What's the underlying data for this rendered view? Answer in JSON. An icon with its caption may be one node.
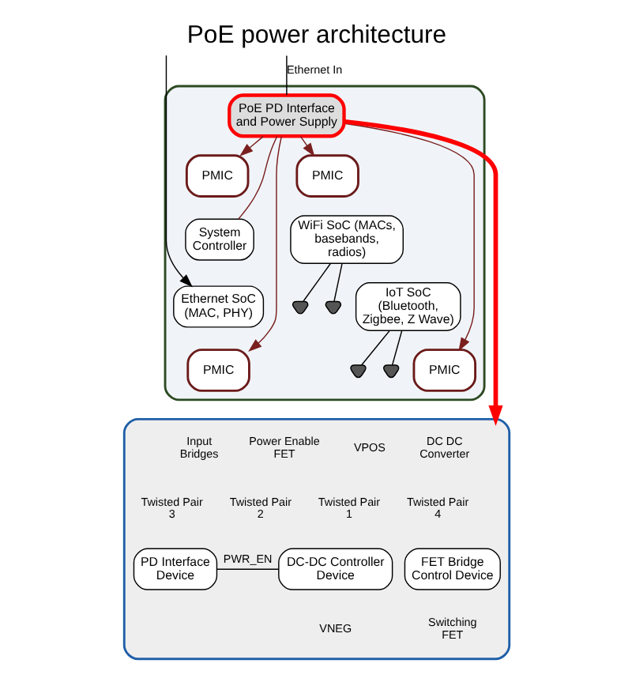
{
  "diagram": {
    "title": "PoE power architecture",
    "nodes": [
      {
        "text": [],
        "shape": "box"
      },
      {
        "text": [
          "PoE PD Interface and Power Supply"
        ],
        "in": 0
      },
      {
        "text": [
          "PMIC"
        ],
        "in": 0
      },
      {
        "text": [
          "PMIC"
        ],
        "in": 0
      },
      {
        "text": [
          "System Controller"
        ],
        "in": 0
      },
      {
        "text": [
          "WiFi SoC (MACs, basebands, radios)"
        ],
        "in": 0
      },
      {
        "text": [
          "Ethernet SoC (MAC, PHY)"
        ],
        "in": 0
      },
      {
        "text": [
          "IoT SoC (Bluetooth, Zigbee, Z Wave)"
        ],
        "in": 0
      },
      {
        "text": [
          "PMIC"
        ],
        "in": 0
      },
      {
        "text": [
          "PMIC"
        ],
        "in": 0
      },
      {
        "text": [],
        "shape": "triangle",
        "in": 0
      },
      {
        "text": [],
        "shape": "triangle",
        "in": 0
      },
      {
        "text": [],
        "shape": "triangle",
        "in": 0
      },
      {
        "text": [],
        "shape": "triangle",
        "in": 0
      },
      {
        "text": [],
        "shape": "box"
      },
      {
        "text": [
          "FET Bridge Control Device"
        ],
        "in": 14
      },
      {
        "text": [
          "PD Interface Device"
        ],
        "in": 14
      },
      {
        "text": [
          "DC-DC Controller Device"
        ],
        "in": 14
      }
    ],
    "edges": [
      {
        "from": null,
        "to": 1,
        "arrow": "none",
        "label": "Ethernet In"
      },
      {
        "from": null,
        "to": 6,
        "arrow": "to"
      },
      {
        "from": 1,
        "to": 4,
        "arrow": "none",
        "color": "#7a1f1f"
      },
      {
        "from": 1,
        "to": 2,
        "arrow": "to",
        "color": "#7a1f1f"
      },
      {
        "from": 1,
        "to": 3,
        "arrow": "to",
        "color": "#7a1f1f"
      },
      {
        "from": 1,
        "to": 8,
        "arrow": "to",
        "color": "#7a1f1f"
      },
      {
        "from": 1,
        "to": 9,
        "arrow": "to",
        "color": "#7a1f1f"
      },
      {
        "from": 5,
        "to": 10,
        "arrow": "none"
      },
      {
        "from": 5,
        "to": 11,
        "arrow": "none"
      },
      {
        "from": 7,
        "to": 12,
        "arrow": "none"
      },
      {
        "from": 7,
        "to": 13,
        "arrow": "none"
      },
      {
        "from": 1,
        "to": 14,
        "arrow": "to",
        "style": "thick",
        "color": "#ff0000"
      },
      {
        "from": 16,
        "to": 17,
        "arrow": "none",
        "label": "PWR_EN"
      }
    ],
    "labels": [
      "Twisted Pair 1",
      "Input Bridges",
      "VPOS",
      "Power Enable FET",
      "DC DC Converter",
      "Twisted Pair 2",
      "Twisted Pair 3",
      "Switching FET",
      "Twisted Pair 4",
      "VNEG"
    ]
  }
}
